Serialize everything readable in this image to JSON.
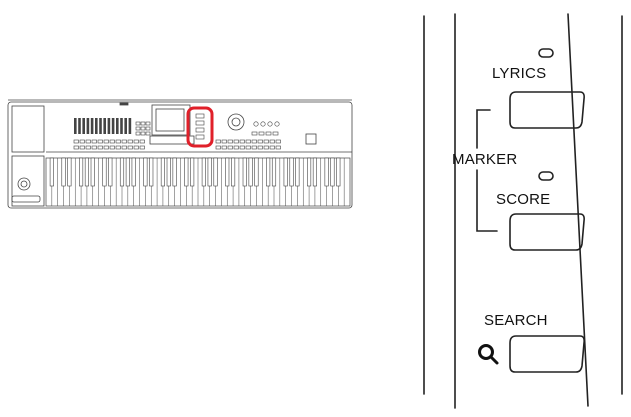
{
  "labels": {
    "lyrics": "LYRICS",
    "marker": "MARKER",
    "score": "SCORE",
    "search": "SEARCH"
  },
  "icons": {
    "search": "magnifier-icon"
  },
  "colors": {
    "highlight": "#e0202a",
    "line": "#222222"
  }
}
